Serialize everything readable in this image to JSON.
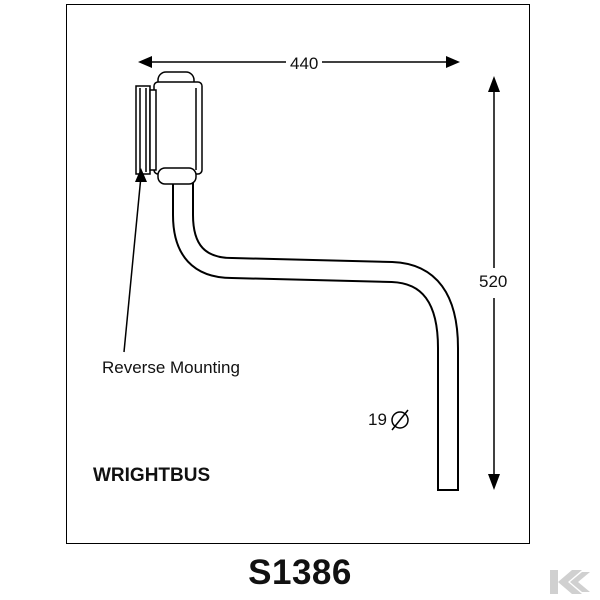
{
  "drawing": {
    "dimension_width": "440",
    "dimension_height": "520",
    "mount_label": "Reverse Mounting",
    "diameter_value": "19",
    "diameter_symbol": "∅",
    "brand": "WRIGHTBUS",
    "part_number": "S1386"
  },
  "watermark": {
    "icon": "k-logo-icon",
    "color": "#d0d0d0"
  },
  "colors": {
    "line": "#000000",
    "background": "#ffffff"
  }
}
